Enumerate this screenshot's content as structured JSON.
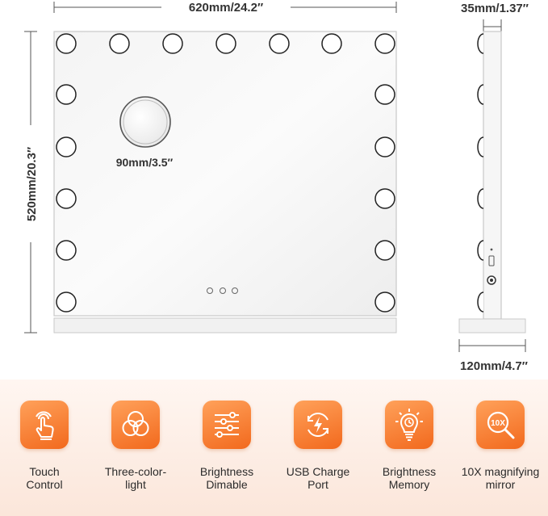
{
  "dimensions": {
    "width": "620mm/24.2″",
    "height": "520mm/20.3″",
    "magnifier": "90mm/3.5″",
    "depth": "35mm/1.37″",
    "base": "120mm/4.7″"
  },
  "features": [
    {
      "icon": "touch-hand-icon",
      "label": "Touch\nControl"
    },
    {
      "icon": "three-circles-icon",
      "label": "Three-color-\nlight"
    },
    {
      "icon": "sliders-icon",
      "label": "Brightness\nDimable"
    },
    {
      "icon": "usb-charge-icon",
      "label": "USB Charge\nPort"
    },
    {
      "icon": "bulb-clock-icon",
      "label": "Brightness\nMemory"
    },
    {
      "icon": "magnifier-10x-icon",
      "label": "10X magnifying\nmirror"
    }
  ],
  "magnifier_icon_text": "10X",
  "colors": {
    "accent": "#f47b2a",
    "panel_bg": "#fbe9de"
  }
}
